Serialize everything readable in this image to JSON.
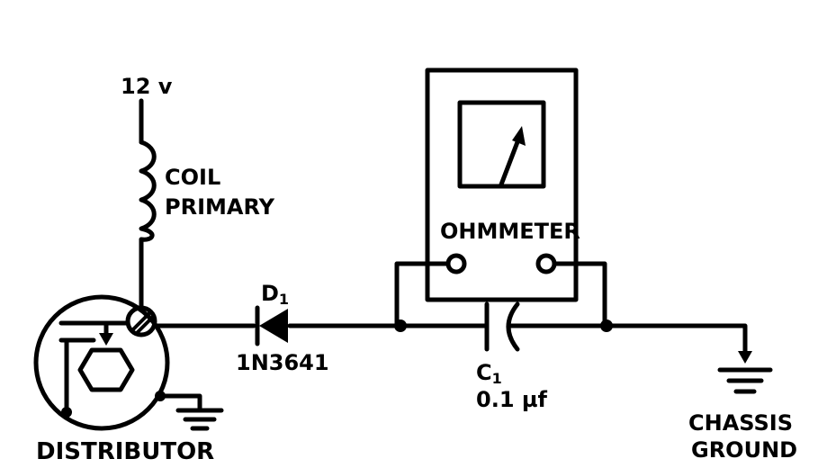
{
  "supply": {
    "label": "12 v"
  },
  "coil": {
    "label_line1": "COIL",
    "label_line2": "PRIMARY"
  },
  "diode": {
    "ref": "D",
    "ref_sub": "1",
    "part": "1N3641"
  },
  "meter": {
    "label": "OHMMETER"
  },
  "capacitor": {
    "ref": "C",
    "ref_sub": "1",
    "value": "0.1 µf"
  },
  "ground": {
    "label_line1": "CHASSIS",
    "label_line2": "GROUND"
  },
  "distributor": {
    "label": "DISTRIBUTOR"
  }
}
